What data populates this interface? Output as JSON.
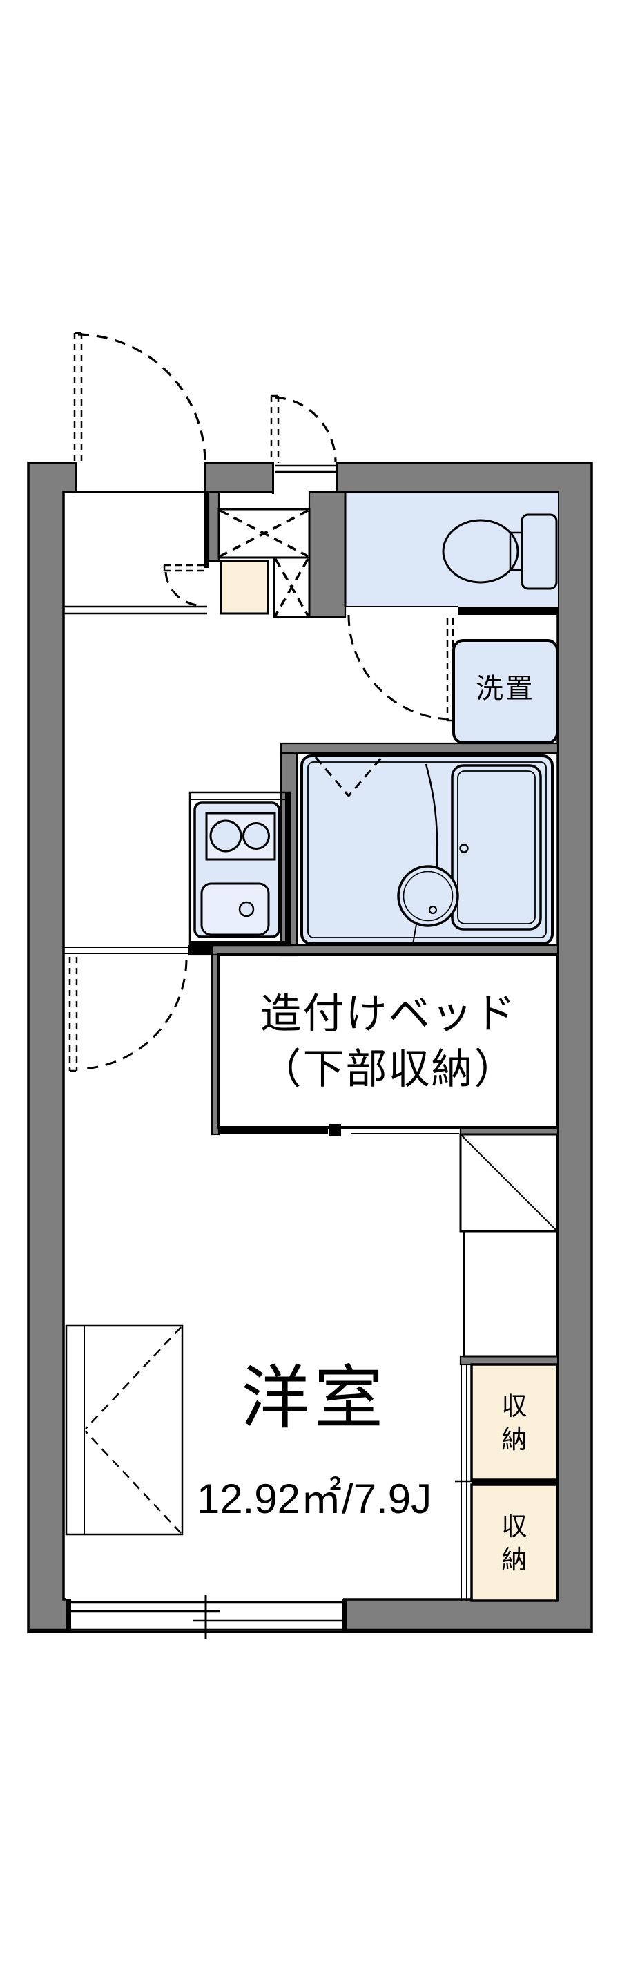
{
  "floorplan": {
    "room": {
      "name": "洋室",
      "area": "12.92㎡/7.9J"
    },
    "bed": {
      "line1": "造付けベッド",
      "line2": "（下部収納）"
    },
    "washer_label": "洗置",
    "storage_upper_label": "収納",
    "storage_lower_label": "収納",
    "colors": {
      "wall_gray": "#7f7f7f",
      "water_area_blue": "#dce8f8",
      "fixture_light_blue": "#e9f0fb",
      "storage_cream": "#fbf0d9",
      "line_black": "#000000",
      "background": "#ffffff"
    }
  }
}
